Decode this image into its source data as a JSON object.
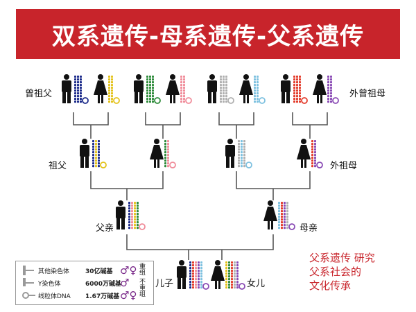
{
  "title": "双系遗传-母系遗传-父系遗传",
  "labels": {
    "great_grandfather": "曾祖父",
    "great_grandmother_maternal": "外曾祖母",
    "grandfather": "祖父",
    "grandmother_maternal": "外祖母",
    "father": "父亲",
    "mother": "母亲",
    "son": "儿子",
    "daughter": "女儿"
  },
  "note": [
    "父系遗传  研究",
    "父系社会的",
    "文化传承"
  ],
  "legend": {
    "rows": [
      {
        "text": "其他染色体",
        "value": "30亿碱基",
        "symbol": "♂♀"
      },
      {
        "text": "Y染色体",
        "value": "6000万碱基",
        "symbol": "♂"
      },
      {
        "text": "线粒体DNA",
        "value": "1.67万碱基",
        "symbol": "♂♀"
      }
    ],
    "side_top": "重组",
    "side_bottom": "不重组"
  },
  "colors": {
    "banner": "#c8242b",
    "figure": "#111111",
    "line": "#555555",
    "note": "#c8242b",
    "palette": [
      "#1b2a8a",
      "#e3c21a",
      "#2e8b3a",
      "#f08c9a",
      "#b0b0b0",
      "#7ec1e0",
      "#e33b2b",
      "#8a4bb5"
    ]
  }
}
